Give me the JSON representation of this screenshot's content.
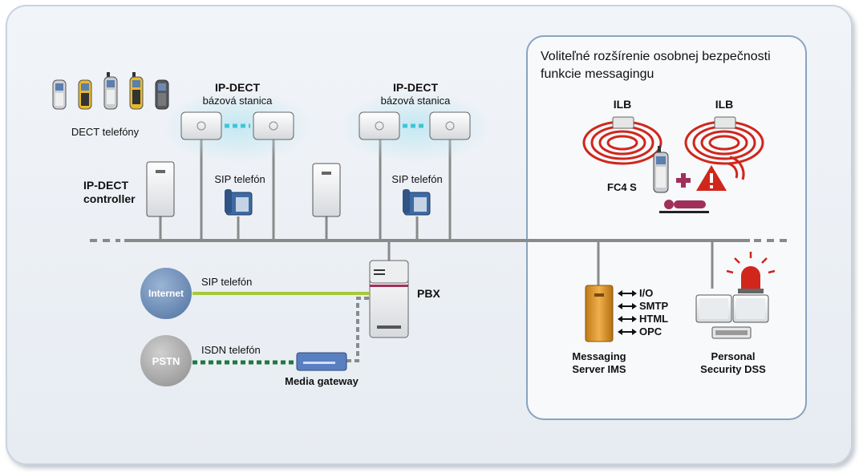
{
  "dect_phones": {
    "label": "DECT telefóny"
  },
  "base_station_left": {
    "title": "IP-DECT",
    "subtitle": "bázová stanica"
  },
  "base_station_right": {
    "title": "IP-DECT",
    "subtitle": "bázová stanica"
  },
  "controller": {
    "line1": "IP-DECT",
    "line2": "controller"
  },
  "sip_phone_left": {
    "label": "SIP telefón"
  },
  "sip_phone_right": {
    "label": "SIP telefón"
  },
  "internet": {
    "label": "Internet",
    "link_label": "SIP telefón"
  },
  "pstn": {
    "label": "PSTN",
    "link_label": "ISDN telefón"
  },
  "pbx": {
    "label": "PBX"
  },
  "media_gateway": {
    "label": "Media gateway"
  },
  "panel": {
    "title_line1": "Voliteľné rozšírenie osobnej bezpečnosti",
    "title_line2": "funkcie messagingu"
  },
  "ilb_left": {
    "label": "ILB"
  },
  "ilb_right": {
    "label": "ILB"
  },
  "fc4s": {
    "label": "FC4 S"
  },
  "protocols": [
    "I/O",
    "SMTP",
    "HTML",
    "OPC"
  ],
  "messaging_server": {
    "line1": "Messaging",
    "line2": "Server IMS"
  },
  "security_dss": {
    "line1": "Personal",
    "line2": "Security DSS"
  },
  "colors": {
    "network_line": "#8a8a8a",
    "internet_link": "#a6c83a",
    "isdn_link": "#1f7a3c",
    "dect_link": "#3fc6d6",
    "cloud": "#6f8fb8",
    "pstn_cloud": "#a9a9a9",
    "server": "#d9952a",
    "alarm": "#d0261c",
    "pbx_accent": "#a0305a"
  }
}
